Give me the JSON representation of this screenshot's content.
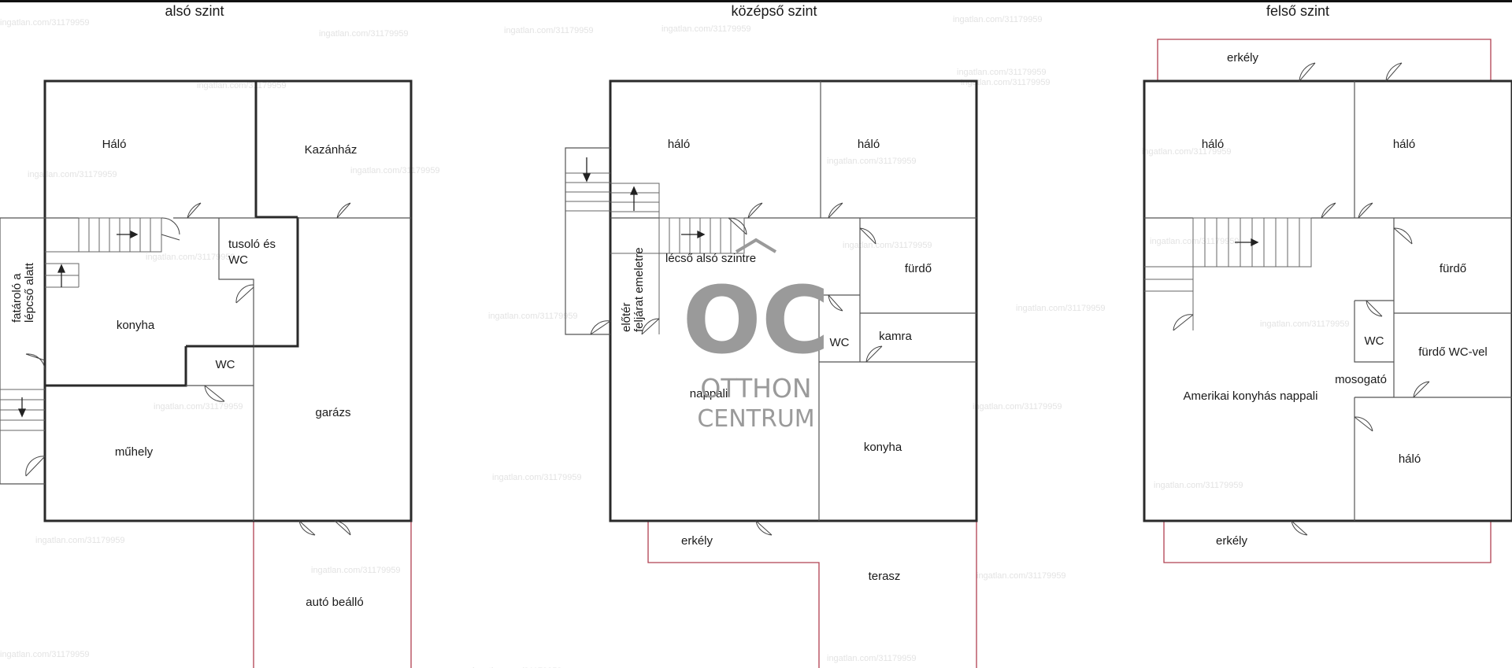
{
  "levels": {
    "lower": {
      "title": "alsó szint",
      "rooms": {
        "halo": "Háló",
        "kazanhaz": "Kazánház",
        "tusolo_1": "tusoló és",
        "tusolo_2": "WC",
        "konyha": "konyha",
        "wc": "WC",
        "garazs": "garázs",
        "muhely": "műhely",
        "auto": "autó beálló",
        "tarolo_1": "fatároló a",
        "tarolo_2": "lépcső alatt"
      }
    },
    "middle": {
      "title": "középső szint",
      "rooms": {
        "halo_left": "háló",
        "halo_right": "háló",
        "lepcso": "lécső alsó szintre",
        "furdo": "fürdő",
        "eloter_1": "előtér",
        "eloter_2": "feljárat emeletre",
        "wc": "WC",
        "kamra": "kamra",
        "nappali": "nappali",
        "konyha": "konyha",
        "erkely": "erkély",
        "terasz": "terasz"
      }
    },
    "upper": {
      "title": "felső szint",
      "rooms": {
        "erkely_top": "erkély",
        "halo_left": "háló",
        "halo_right": "háló",
        "furdo": "fürdő",
        "wc": "WC",
        "furdo_wc": "fürdő WC-vel",
        "mosogato": "mosogató",
        "nappali": "Amerikai konyhás nappali",
        "halo_bottom": "háló",
        "erkely_bottom": "erkély"
      }
    }
  },
  "logo": {
    "mark": "OC",
    "line1": "OTTHON",
    "line2": "CENTRUM"
  },
  "watermark": "ingatlan.com/31179959"
}
